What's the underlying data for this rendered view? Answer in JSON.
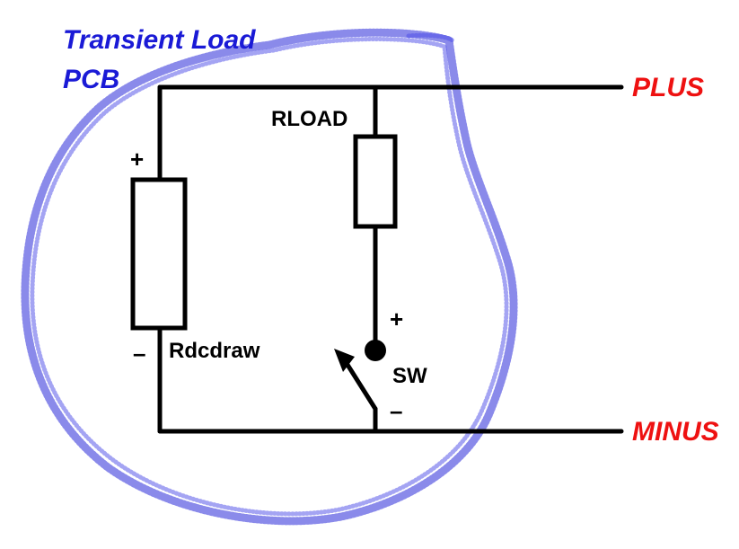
{
  "title_line1": "Transient Load",
  "title_line2": "PCB",
  "rail_plus": "PLUS",
  "rail_minus": "MINUS",
  "rload_label": "RLOAD",
  "rdc_label": "Rdcdraw",
  "switch_label": "SW",
  "rdc_plus_sign": "+",
  "rdc_minus_sign": "–",
  "sw_plus_sign": "+",
  "sw_minus_sign": "–",
  "colors": {
    "title": "#1a1ad6",
    "rails": "#ee1111",
    "wires": "#000000",
    "boundary": "#2a2ad8"
  }
}
